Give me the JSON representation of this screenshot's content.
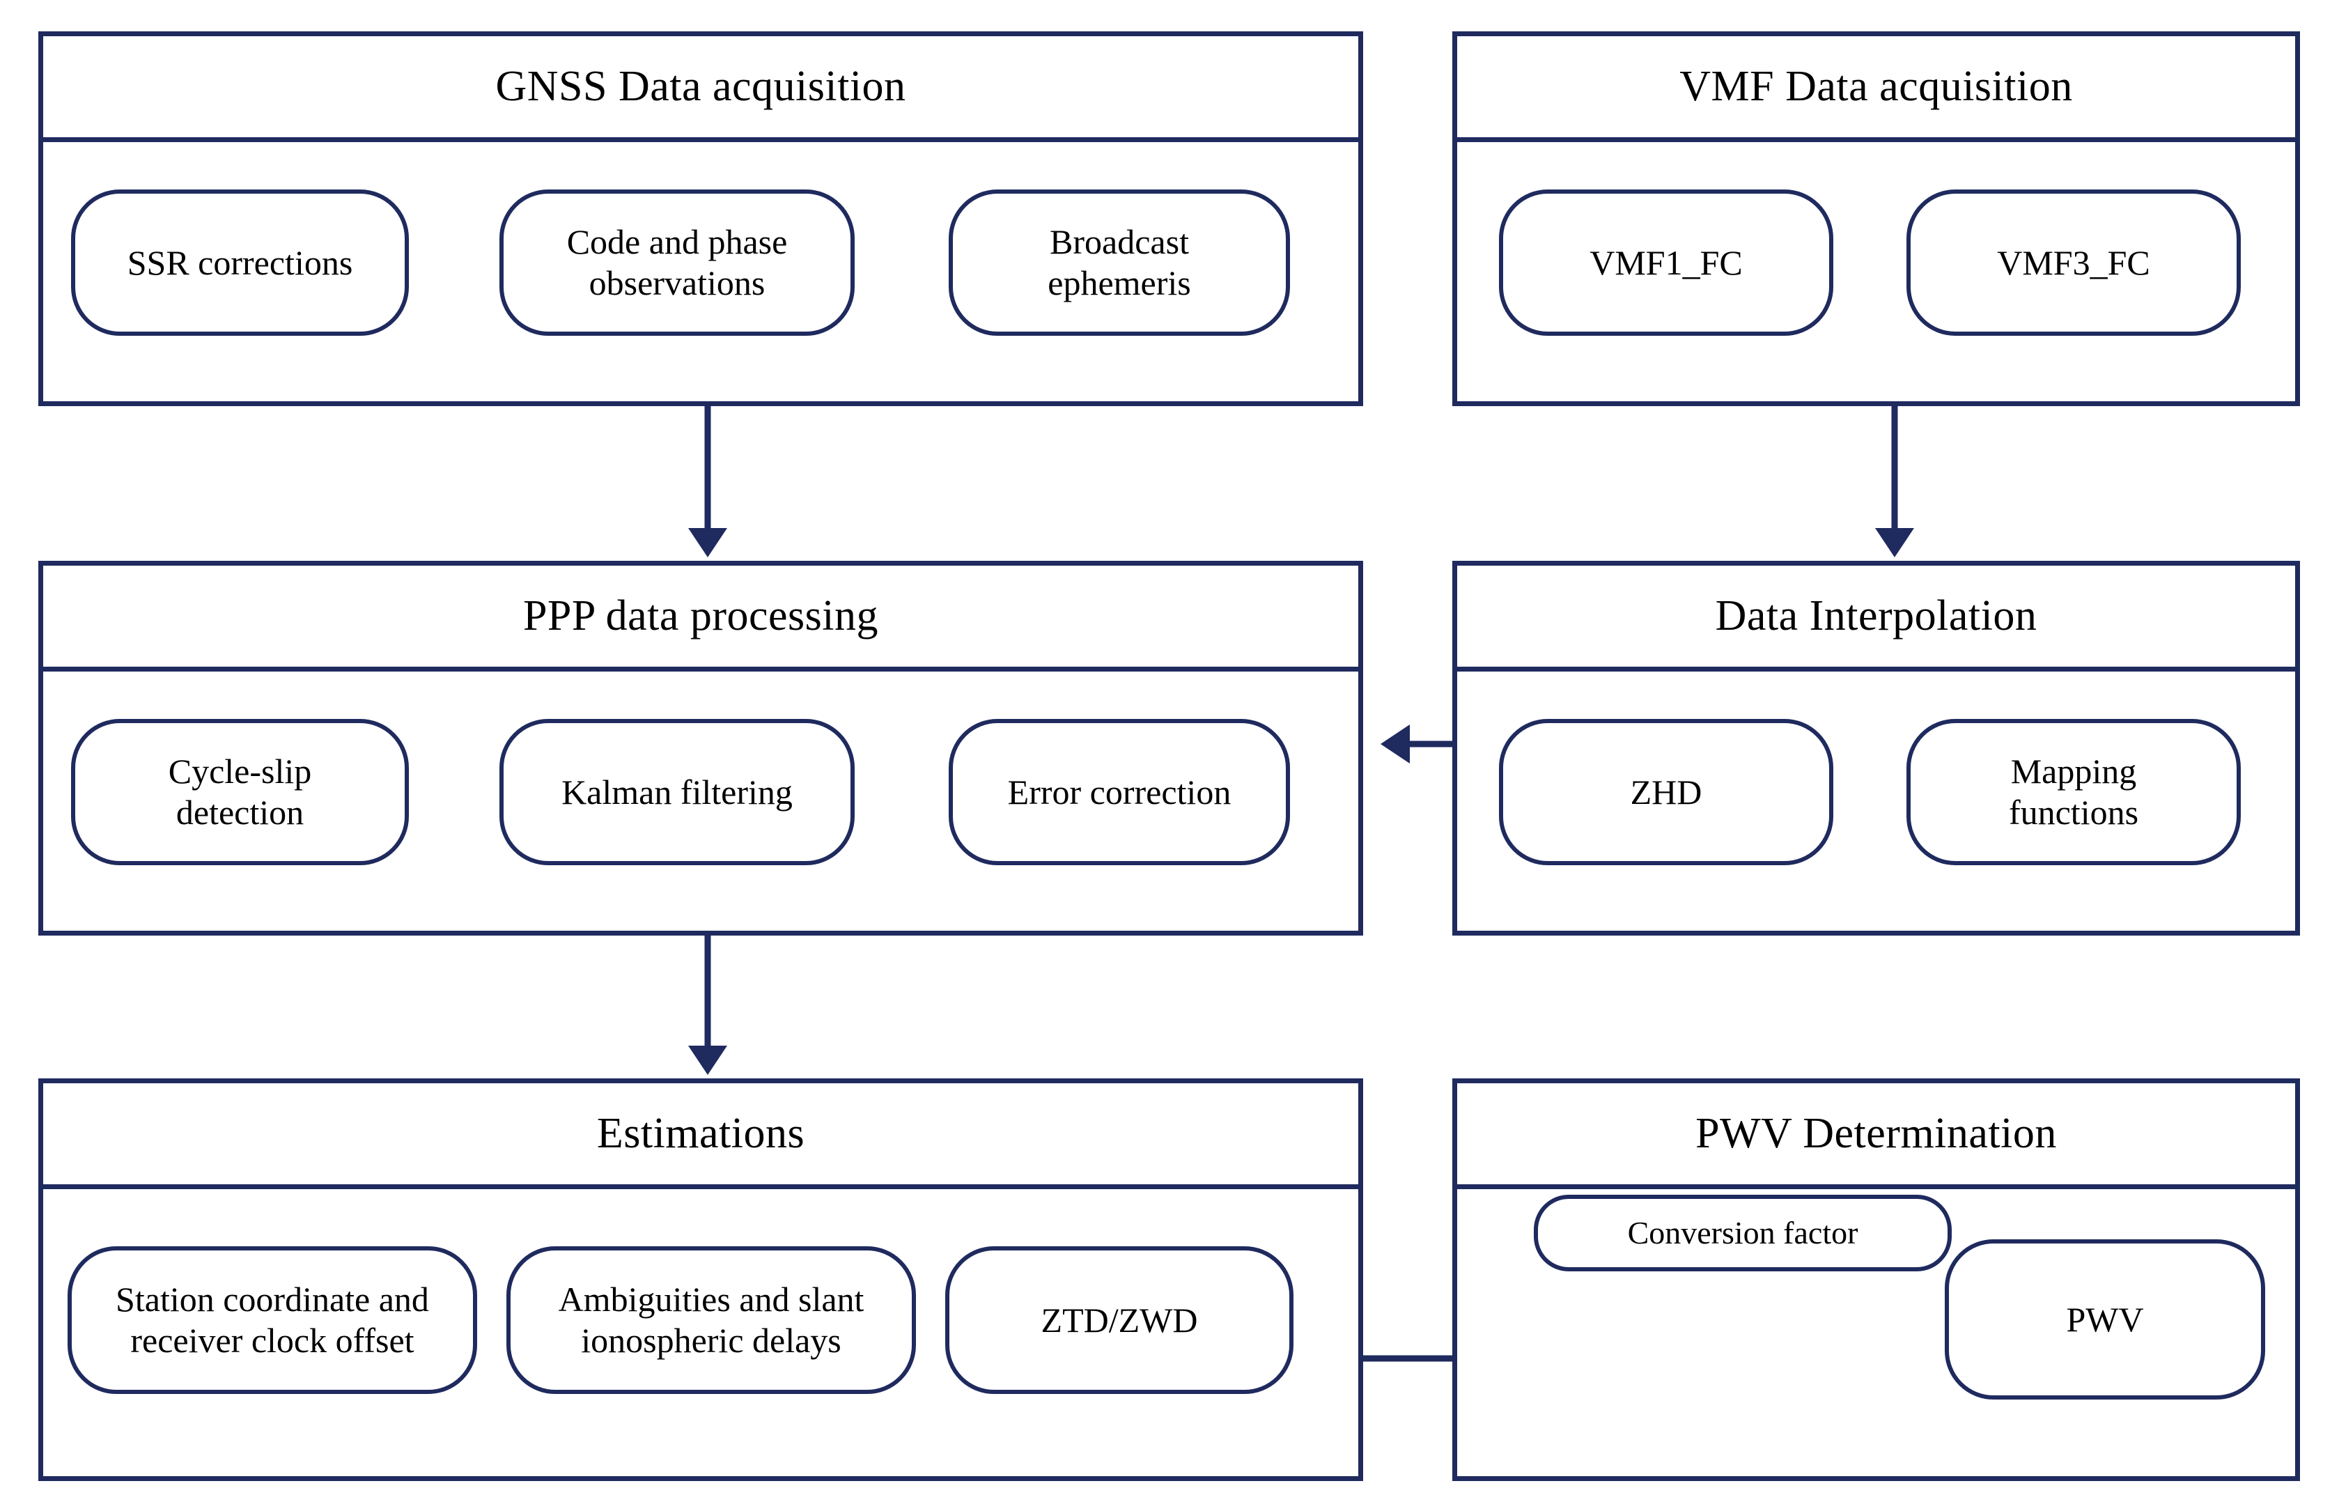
{
  "diagram": {
    "title": "GNSS PPP PWV determination workflow",
    "accent_color": "#1f2a5e",
    "background_color": "#ffffff"
  },
  "panels": {
    "gnss": {
      "title": "GNSS Data acquisition",
      "nodes": [
        {
          "label": "SSR corrections"
        },
        {
          "label": "Code and phase\nobservations"
        },
        {
          "label": "Broadcast\nephemeris"
        }
      ]
    },
    "vmf": {
      "title": "VMF Data acquisition",
      "nodes": [
        {
          "label": "VMF1_FC"
        },
        {
          "label": "VMF3_FC"
        }
      ]
    },
    "ppp": {
      "title": "PPP data processing",
      "nodes": [
        {
          "label": "Cycle-slip\ndetection"
        },
        {
          "label": "Kalman filtering"
        },
        {
          "label": "Error correction"
        }
      ]
    },
    "interp": {
      "title": "Data Interpolation",
      "nodes": [
        {
          "label": "ZHD"
        },
        {
          "label": "Mapping\nfunctions"
        }
      ]
    },
    "estimations": {
      "title": "Estimations",
      "nodes": [
        {
          "label": "Station coordinate and\nreceiver clock offset"
        },
        {
          "label": "Ambiguities and slant\nionospheric delays"
        },
        {
          "label": "ZTD/ZWD"
        }
      ]
    },
    "pwv": {
      "title": "PWV Determination",
      "nodes": [
        {
          "label": "Conversion factor"
        },
        {
          "label": "PWV"
        }
      ]
    }
  },
  "connectors": [
    {
      "name": "gnss-to-ppp",
      "from": "GNSS Data acquisition",
      "to": "PPP data processing",
      "direction": "down"
    },
    {
      "name": "vmf-to-interpolation",
      "from": "VMF Data acquisition",
      "to": "Data Interpolation",
      "direction": "down"
    },
    {
      "name": "interpolation-to-ppp",
      "from": "Data Interpolation",
      "to": "PPP data processing",
      "direction": "left"
    },
    {
      "name": "ppp-to-estimations",
      "from": "PPP data processing",
      "to": "Estimations",
      "direction": "down"
    },
    {
      "name": "ztd-to-pwv",
      "from": "ZTD/ZWD",
      "to": "PWV",
      "direction": "right"
    },
    {
      "name": "conversion-factor-to-ztd-pwv-link",
      "from": "Conversion factor",
      "to": "ZTD/ZWD to PWV link",
      "direction": "down"
    }
  ]
}
